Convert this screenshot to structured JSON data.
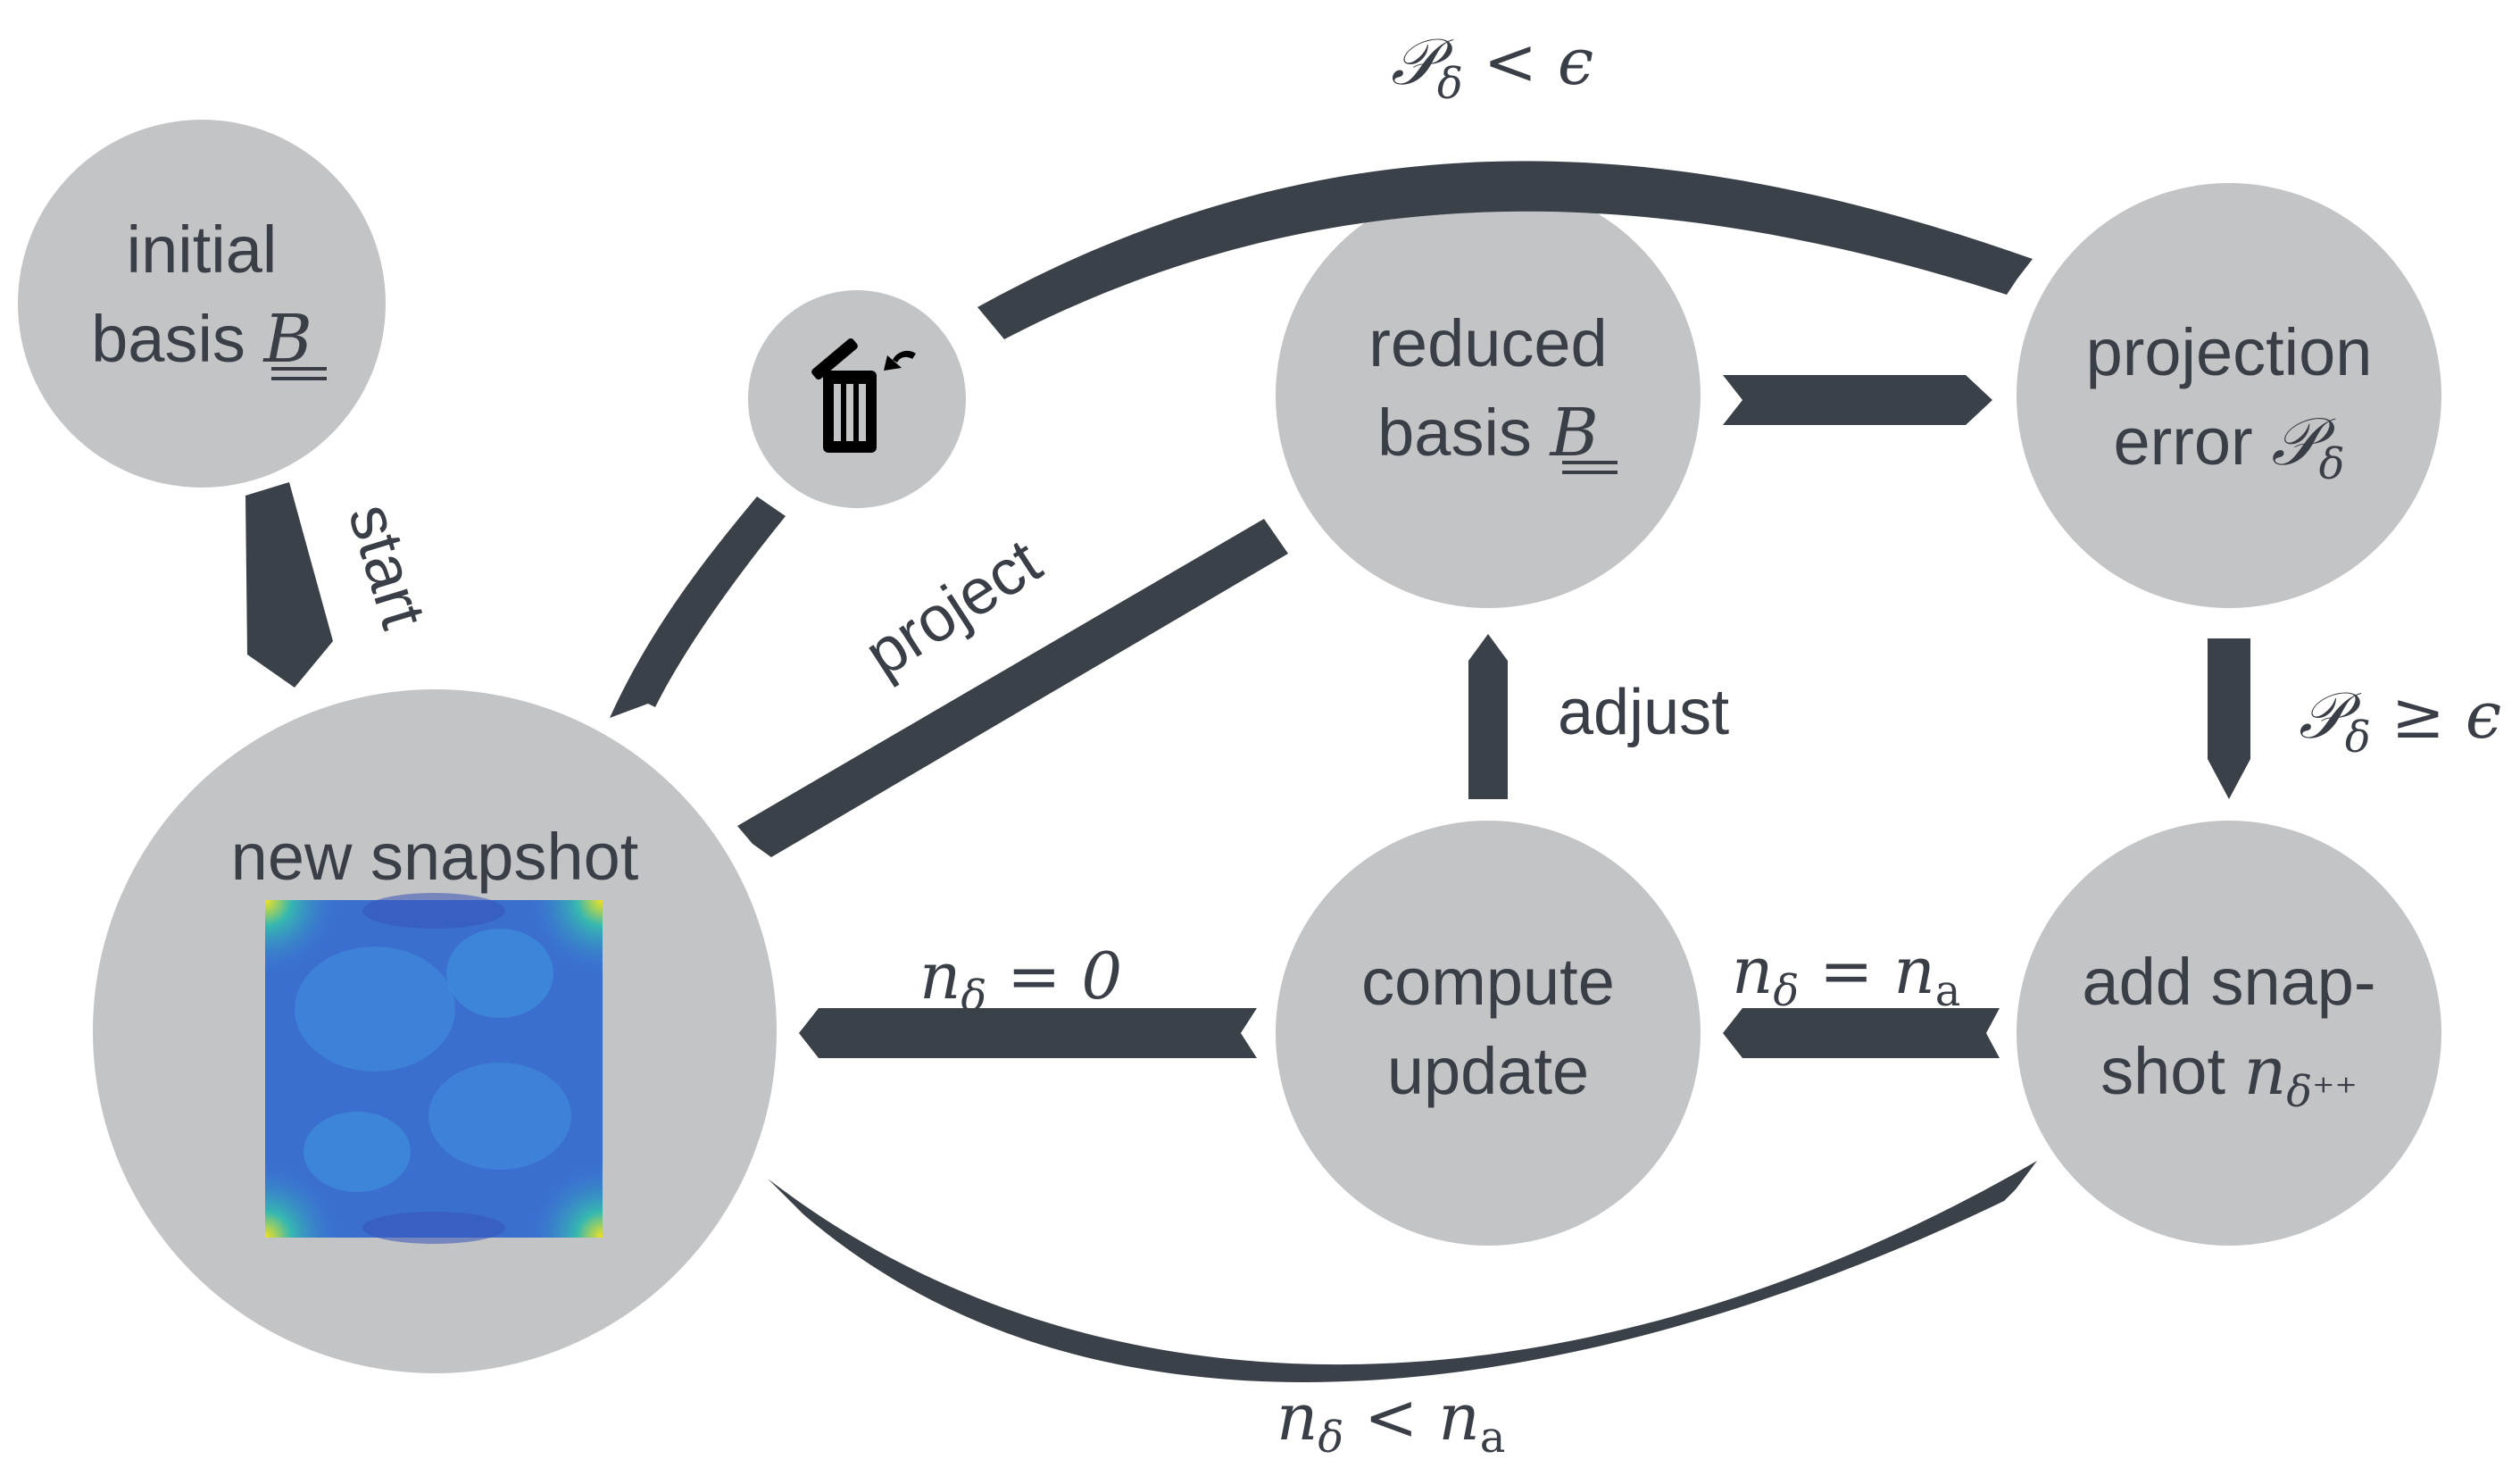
{
  "nodes": {
    "initial_basis": {
      "line1": "initial",
      "line2": "basis",
      "symbol": "B"
    },
    "new_snapshot": {
      "label": "new snapshot"
    },
    "reduced_basis": {
      "line1": "reduced",
      "line2": "basis",
      "symbol": "B"
    },
    "projection_error": {
      "line1": "projection",
      "line2": "error",
      "symbol": "𝒫",
      "sub": "δ"
    },
    "compute_update": {
      "line1": "compute",
      "line2": "update"
    },
    "add_snapshot": {
      "line1": "add snap-",
      "line2": "shot",
      "symbol": "n",
      "sub": "δ⁺⁺"
    }
  },
  "edges": {
    "start": "start",
    "project": "project",
    "adjust": "adjust",
    "p_less": {
      "sym": "𝒫",
      "sub": "δ",
      "rel": " < ϵ"
    },
    "p_geq": {
      "sym": "𝒫",
      "sub": "δ",
      "rel": " ≥ ϵ"
    },
    "n_eq_zero": {
      "sym": "n",
      "sub": "δ",
      "rel": " = 0"
    },
    "n_eq_na": {
      "sym": "n",
      "sub": "δ",
      "rel": " = n",
      "sub2": "a"
    },
    "n_less_na": {
      "sym": "n",
      "sub": "δ",
      "rel": " < n",
      "sub2": "a"
    }
  },
  "colors": {
    "node_fill": "#c2c4c6",
    "arrow_fill": "#3b4149",
    "text": "#3a3f47"
  },
  "icons": [
    "trash-icon",
    "snapshot-heatmap"
  ]
}
